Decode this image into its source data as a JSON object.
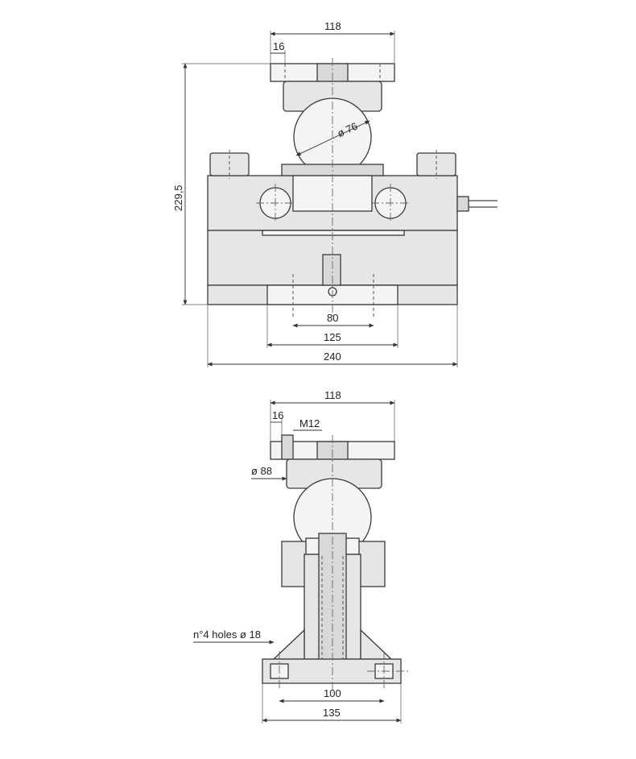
{
  "top_view": {
    "dims": {
      "top_width": "118",
      "offset": "16",
      "height": "229,5",
      "ball_dia": "ø 76",
      "base_inner": "80",
      "base_mid": "125",
      "base_total": "240"
    }
  },
  "bottom_view": {
    "dims": {
      "top_width": "118",
      "offset": "16",
      "thread": "M12",
      "cap_dia": "ø 88",
      "holes": "n°4 holes ø 18",
      "base_inner": "100",
      "base_total": "135"
    }
  }
}
